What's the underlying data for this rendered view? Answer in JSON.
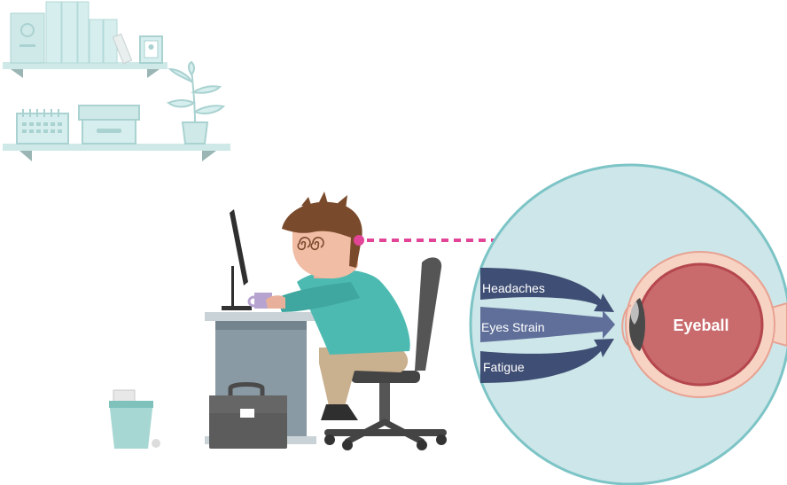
{
  "symptoms": [
    {
      "label": "Headaches"
    },
    {
      "label": "Eyes Strain"
    },
    {
      "label": "Fatigue"
    }
  ],
  "eyeball": {
    "label": "Eyeball"
  },
  "colors": {
    "shelf": "#cfe9e8",
    "circle_fill": "#cde6e9",
    "circle_stroke": "#7cc4c6",
    "arrow_dark": "#3f4e74",
    "arrow_light": "#5f6f9a",
    "eyeball_fill": "#c96a6d",
    "eyeball_outer": "#f7d3c4",
    "dotted_line": "#e24597",
    "shirt": "#4dbab2",
    "pants": "#c9b08e",
    "hair": "#7a4a2c",
    "desk": "#8a9aa4",
    "bag": "#5c5c5c"
  },
  "icons": [
    "bookshelf-icon",
    "picture-frame-icon",
    "calendar-icon",
    "storage-box-icon",
    "potted-plant-icon",
    "monitor-icon",
    "coffee-mug-icon",
    "office-chair-icon",
    "briefcase-icon",
    "trash-bin-icon",
    "spiral-eyes-icon"
  ]
}
